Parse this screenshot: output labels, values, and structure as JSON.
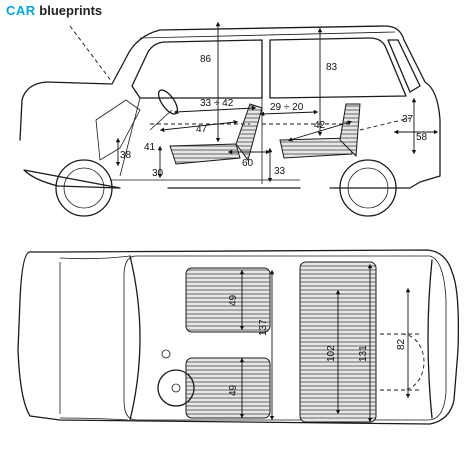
{
  "logo": {
    "brand": "CAR",
    "word": "blueprints"
  },
  "side_view": {
    "dims": [
      "86",
      "83",
      "33 ÷ 42",
      "29 ÷ 20",
      "47",
      "42",
      "37",
      "58",
      "60",
      "33",
      "30",
      "38",
      "41"
    ]
  },
  "top_view": {
    "dims": [
      "49",
      "137",
      "49",
      "102",
      "131",
      "82"
    ]
  }
}
